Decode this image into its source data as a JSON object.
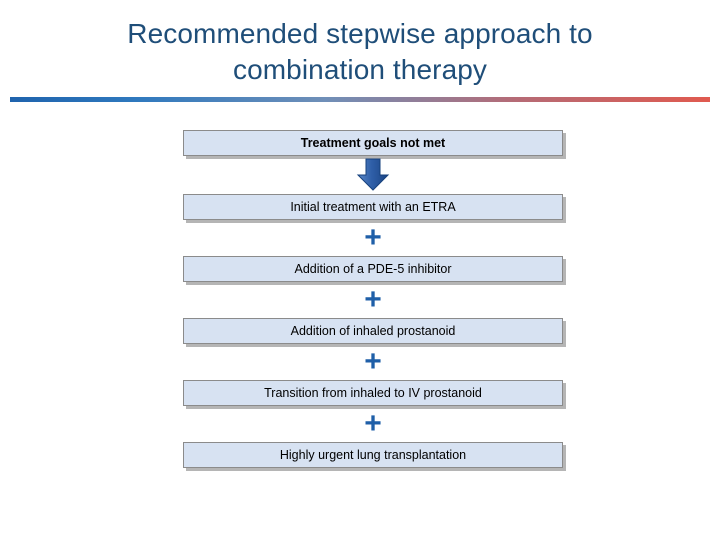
{
  "slide": {
    "title_line1": "Recommended stepwise approach to",
    "title_line2": "combination therapy",
    "title_color": "#1f4e79",
    "rule_gradient_from": "#1f63ad",
    "rule_gradient_to": "#e05a4f",
    "box_fill": "#d7e2f2",
    "box_border": "#8b8b8b",
    "accent_blue": "#1f5fa8"
  },
  "flow": {
    "steps": [
      {
        "label": "Treatment goals not met",
        "bold": true
      },
      {
        "label": "Initial treatment with an ETRA",
        "bold": false
      },
      {
        "label": "Addition of a PDE-5 inhibitor",
        "bold": false
      },
      {
        "label": "Addition of inhaled prostanoid",
        "bold": false
      },
      {
        "label": "Transition from inhaled to IV prostanoid",
        "bold": false
      },
      {
        "label": "Highly urgent lung transplantation",
        "bold": false
      }
    ],
    "connectors": [
      {
        "type": "arrow-down",
        "icon": "down-arrow-icon",
        "label": ""
      },
      {
        "type": "plus",
        "icon": "plus-icon",
        "label": "+"
      },
      {
        "type": "plus",
        "icon": "plus-icon",
        "label": "+"
      },
      {
        "type": "plus",
        "icon": "plus-icon",
        "label": "+"
      },
      {
        "type": "plus",
        "icon": "plus-icon",
        "label": "+"
      }
    ]
  }
}
